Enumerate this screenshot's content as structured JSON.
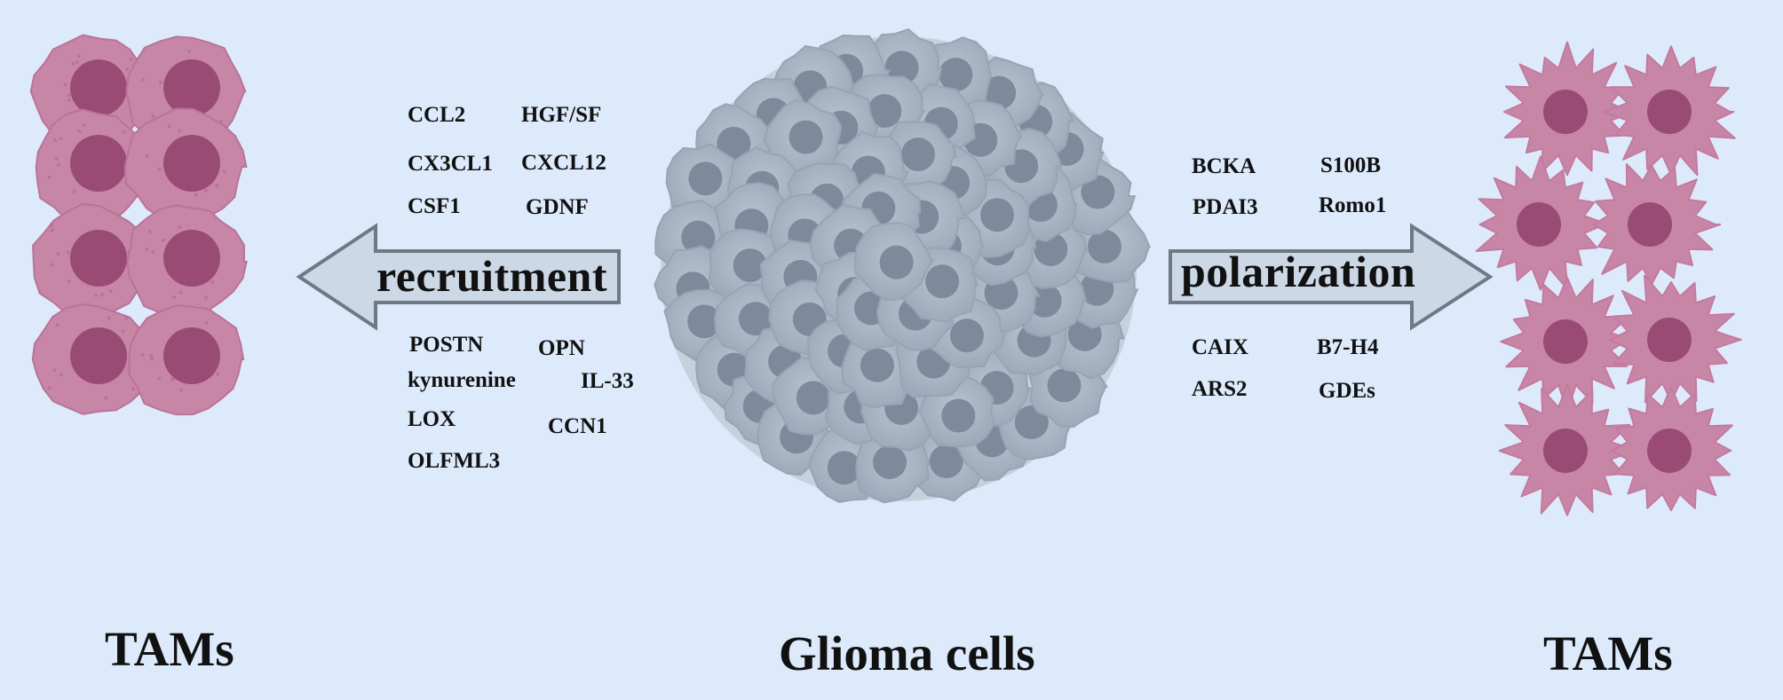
{
  "diagram": {
    "center_label": "Glioma cells",
    "left_label": "TAMs",
    "right_label": "TAMs",
    "left_arrow_label": "recruitment",
    "right_arrow_label": "polarization",
    "recruitment_factors": [
      "CCL2",
      "HGF/SF",
      "CX3CL1",
      "CXCL12",
      "CSF1",
      "GDNF",
      "POSTN",
      "OPN",
      "kynurenine",
      "IL-33",
      "LOX",
      "CCN1",
      "OLFML3"
    ],
    "polarization_factors": [
      "BCKA",
      "S100B",
      "PDAI3",
      "Romo1",
      "CAIX",
      "B7-H4",
      "ARS2",
      "GDEs"
    ]
  },
  "colors": {
    "background": "#ddeafb",
    "tam_cell": "#c886a6",
    "tam_nucleus": "#9a4b74",
    "glioma_cell": "#a9b5c4",
    "glioma_nucleus": "#7c8a9b",
    "arrow_fill": "#ccd8e6",
    "arrow_stroke": "#6f7884"
  }
}
